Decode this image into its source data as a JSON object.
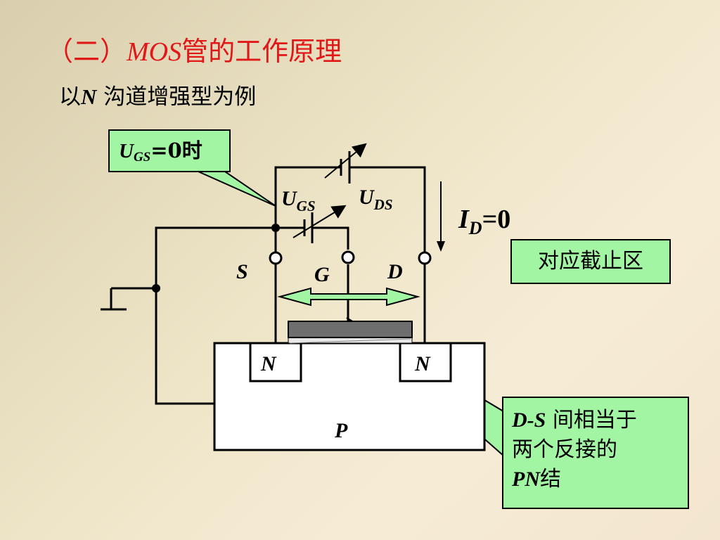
{
  "title": {
    "prefix": "（二）",
    "mos": "MOS",
    "rest": "管的工作原理"
  },
  "subtitle": {
    "prefix": "以",
    "n": "N",
    "rest": " 沟道增强型为例"
  },
  "callout_ugs": {
    "u": "U",
    "sub": "GS",
    "rest": "=0时"
  },
  "callout_cutoff": "对应截止区",
  "callout_pn": {
    "ds": "D-S",
    "line1_rest": " 间相当于",
    "line2": "两个反接的",
    "pn": "PN",
    "line3_rest": "结"
  },
  "terminals": {
    "s": "S",
    "g": "G",
    "d": "D"
  },
  "sources": {
    "ugs_u": "U",
    "ugs_sub": "GS",
    "uds_u": "U",
    "uds_sub": "DS"
  },
  "current": {
    "i": "I",
    "sub": "D",
    "rest": "=0"
  },
  "regions": {
    "n_left": "N",
    "n_right": "N",
    "p": "P"
  },
  "colors": {
    "title": "#e01818",
    "callout_fill": "#a2f5a2",
    "arrow_fill": "#a2f5a2",
    "gate": "#6e6e6e"
  }
}
